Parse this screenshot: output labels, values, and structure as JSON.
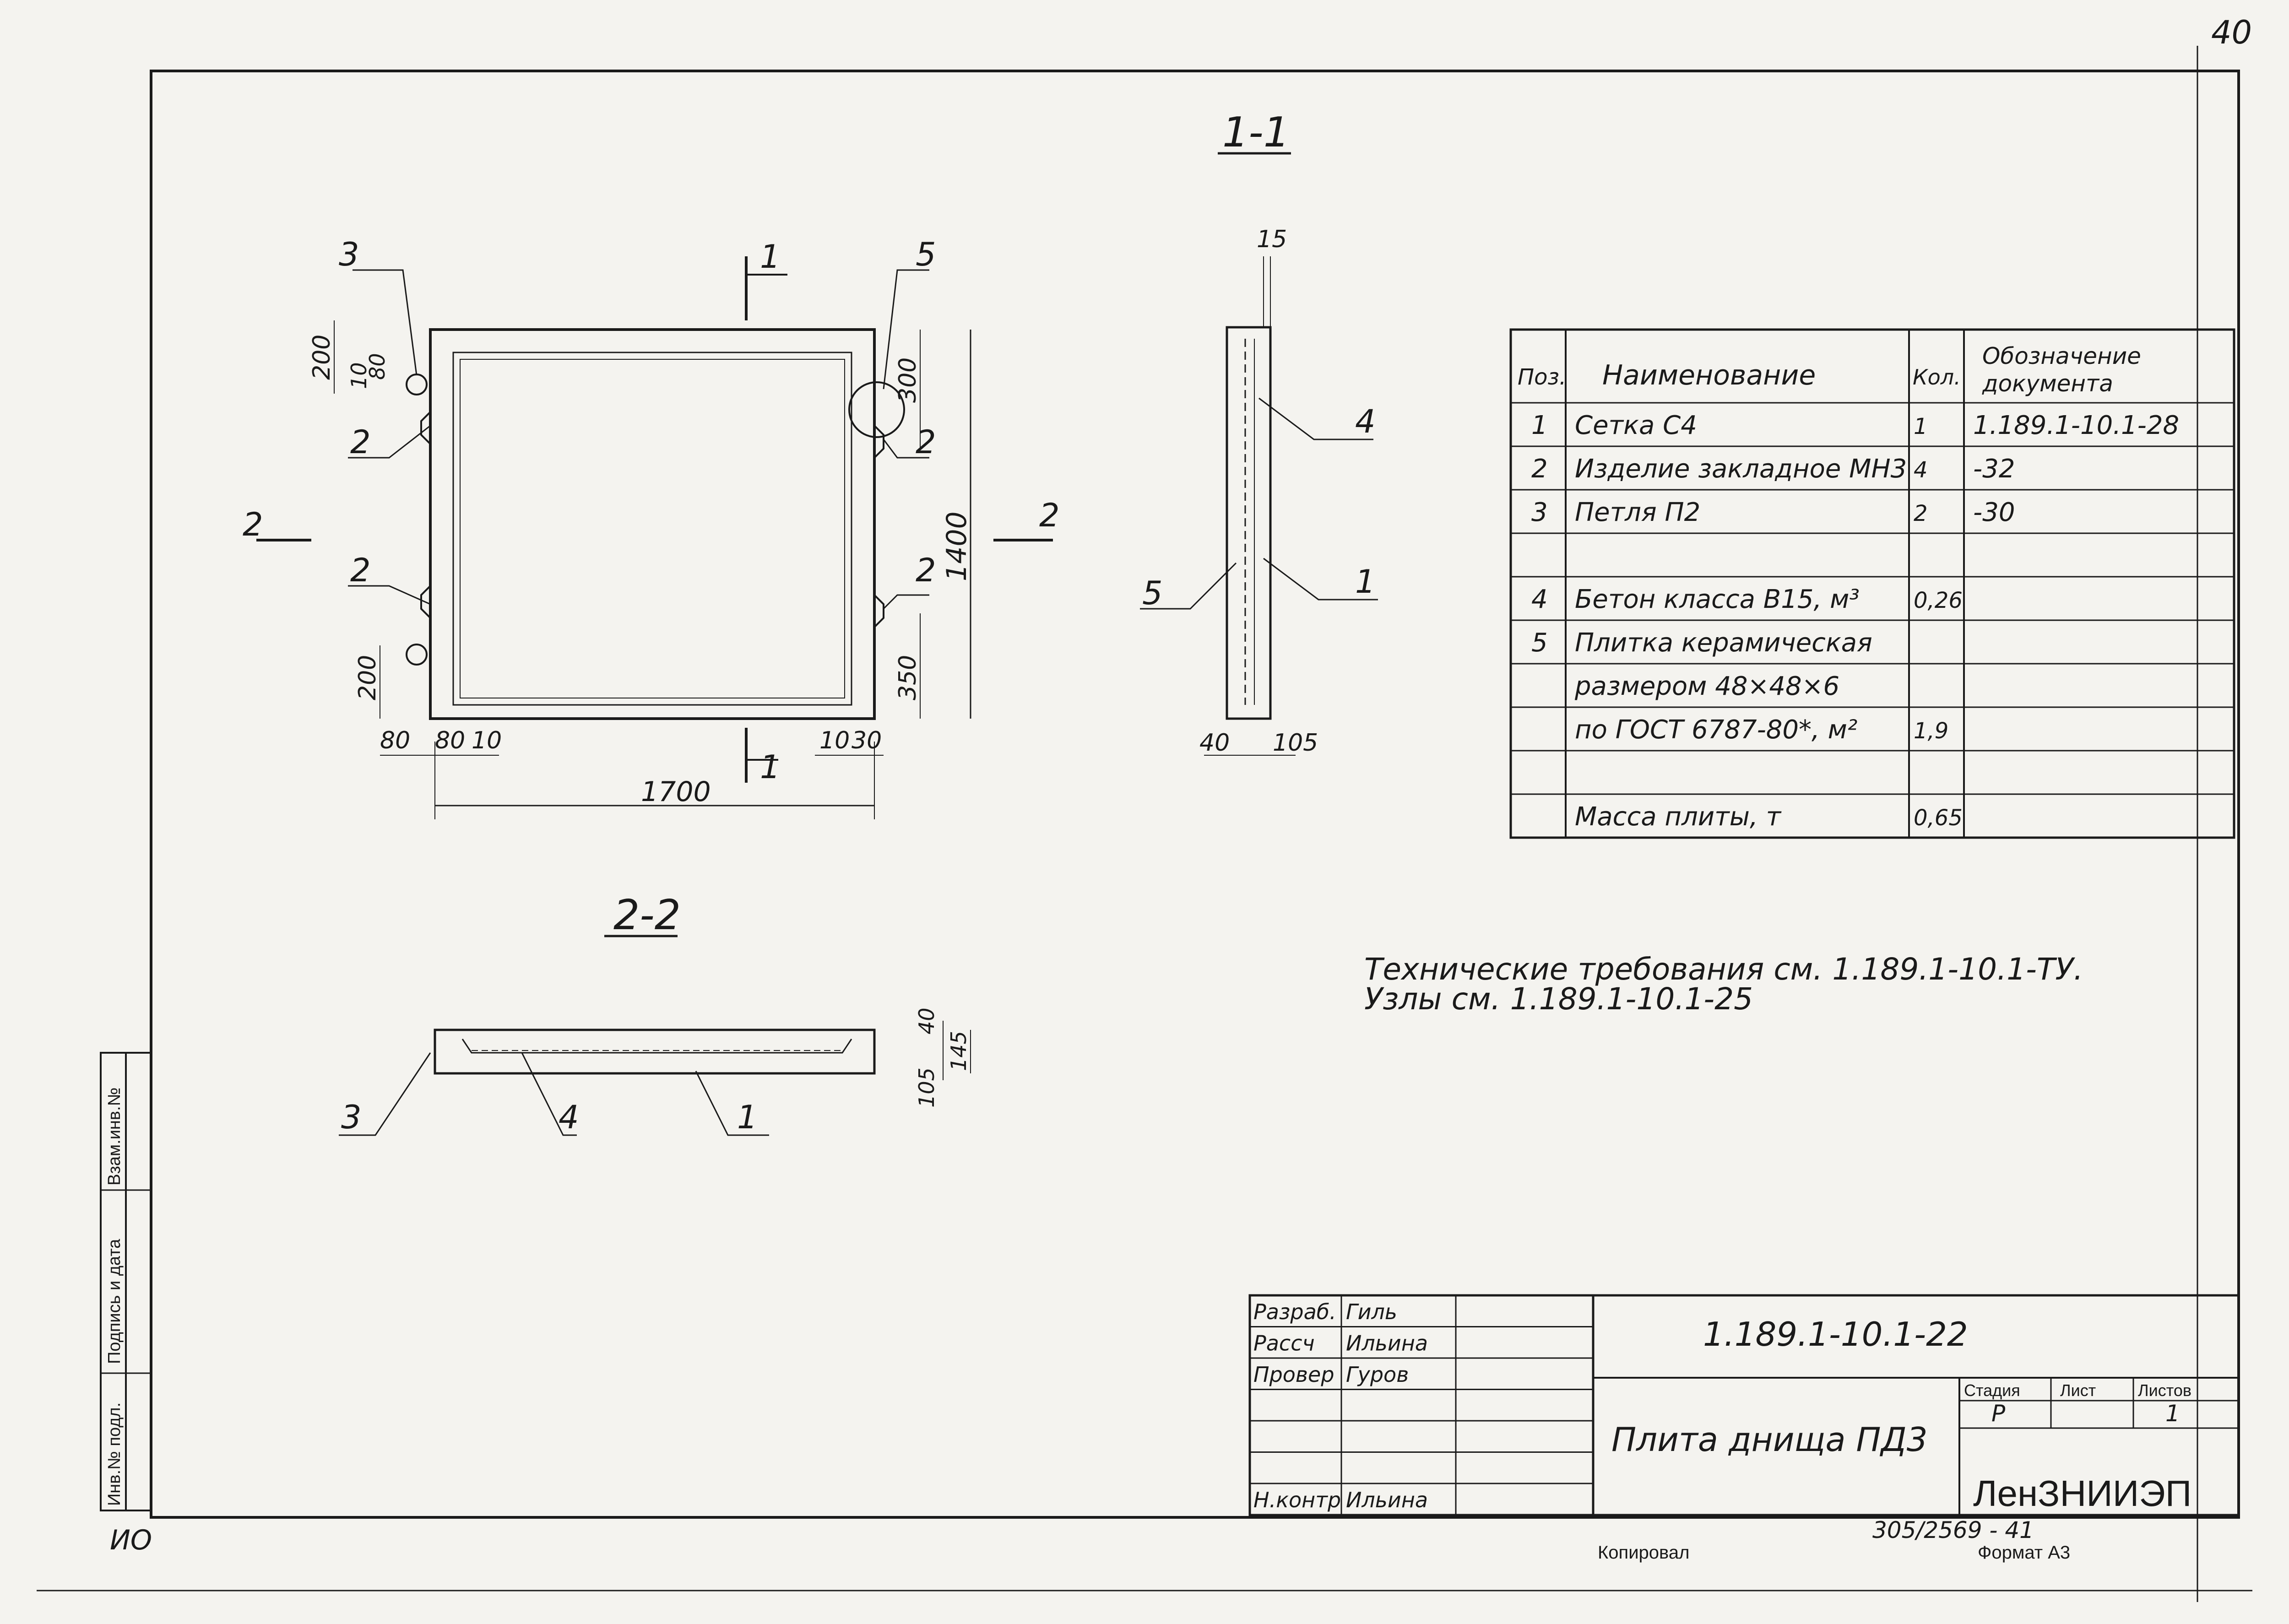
{
  "sheet_number": "40",
  "section_1_1": {
    "title": "1-1",
    "cut_label": "1",
    "cut_label_2": "2"
  },
  "dimensions": {
    "d_200_top": "200",
    "d_10": "10",
    "d_80": "80",
    "d_300": "300",
    "d_1400": "1400",
    "d_350": "350",
    "d_200_bottom": "200",
    "d_80_left": "80",
    "d_80_mid": "80",
    "d_10_left": "10",
    "d_10_right": "10",
    "d_30": "30",
    "d_1700": "1700",
    "d_15": "15",
    "d_40": "40",
    "d_105": "105",
    "d_2_40": "40",
    "d_2_145": "145",
    "d_2_105": "105"
  },
  "callouts": {
    "pos_1": "1",
    "pos_2": "2",
    "pos_3": "3",
    "pos_4": "4",
    "pos_5": "5"
  },
  "section_2_2": {
    "title": "2-2"
  },
  "spec_table": {
    "headers": {
      "pos": "Поз.",
      "name": "Наименование",
      "qty": "Кол.",
      "doc_line1": "Обозначение",
      "doc_line2": "документа"
    },
    "rows": [
      {
        "pos": "1",
        "name": "Сетка С4",
        "qty": "1",
        "doc": "1.189.1-10.1-28"
      },
      {
        "pos": "2",
        "name": "Изделие закладное МН3",
        "qty": "4",
        "doc": "-32"
      },
      {
        "pos": "3",
        "name": "Петля П2",
        "qty": "2",
        "doc": "-30"
      },
      {
        "pos": "",
        "name": "",
        "qty": "",
        "doc": ""
      },
      {
        "pos": "4",
        "name": "Бетон класса В15, м³",
        "qty": "0,26",
        "doc": ""
      },
      {
        "pos": "5",
        "name": "Плитка керамическая",
        "qty": "",
        "doc": ""
      },
      {
        "pos": "",
        "name": "размером 48×48×6",
        "qty": "",
        "doc": ""
      },
      {
        "pos": "",
        "name": "по ГОСТ 6787-80*, м²",
        "qty": "1,9",
        "doc": ""
      },
      {
        "pos": "",
        "name": "",
        "qty": "",
        "doc": ""
      },
      {
        "pos": "",
        "name": "Масса плиты, т",
        "qty": "0,65",
        "doc": ""
      }
    ]
  },
  "notes": {
    "line1": "Технические требования см. 1.189.1-10.1-ТУ.",
    "line2": "Узлы см. 1.189.1-10.1-25"
  },
  "title_block": {
    "doc_code": "1.189.1-10.1-22",
    "title": "Плита днища ПД3",
    "roles": [
      {
        "role": "Разраб.",
        "name": "Гиль"
      },
      {
        "role": "Рассч",
        "name": "Ильина"
      },
      {
        "role": "Провер",
        "name": "Гуров"
      },
      {
        "role": "",
        "name": ""
      },
      {
        "role": "",
        "name": ""
      },
      {
        "role": "",
        "name": ""
      },
      {
        "role": "Н.контр",
        "name": "Ильина"
      }
    ],
    "stage_label": "Стадия",
    "sheet_label": "Лист",
    "sheets_label": "Листов",
    "stage_value": "Р",
    "sheet_value": "",
    "sheets_value": "1",
    "org": "ЛенЗНИИЭП"
  },
  "side_stamp": {
    "cell1": "Инв.№ подл.",
    "cell2": "Подпись и дата",
    "cell3": "Взам.инв.№"
  },
  "footer": {
    "copied": "Копировал",
    "format": "Формат А3",
    "archive": "305/2569 - 41",
    "corner_mark": "ИО"
  }
}
